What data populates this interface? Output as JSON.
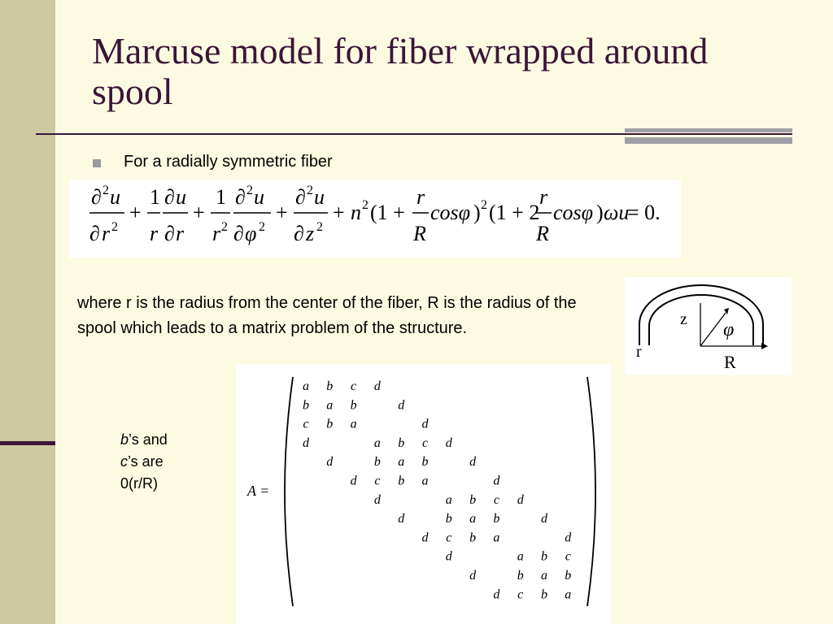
{
  "slide": {
    "title": "Marcuse model for fiber wrapped around spool",
    "bullet": "For a radially symmetric fiber",
    "description": "where r is the radius from the center of the fiber, R is the radius of the spool which leads to a matrix problem of the structure.",
    "note": {
      "line1_var": "b",
      "line1_rest": "’s and",
      "line2_var": "c",
      "line2_rest": "’s are",
      "line3": "0(r/R)"
    }
  },
  "equation": {
    "d": "∂",
    "u": "u",
    "r": "r",
    "z": "z",
    "phi": "φ",
    "two": "2",
    "one": "1",
    "plus": "+",
    "n2": "n",
    "cosphi": "cosφ",
    "R": "R",
    "omega_u": "ωu",
    "equals_zero": "= 0.",
    "open_paren": "(1 +",
    "close_sq": ")",
    "open_two": "(1 + 2",
    "close_paren": ")"
  },
  "diagram": {
    "label_z": "z",
    "label_phi": "φ",
    "label_r": "r",
    "label_R": "R"
  },
  "matrix": {
    "label": "A =",
    "entries": [
      [
        "a",
        "b",
        "c",
        "d",
        "",
        "",
        "",
        "",
        "",
        "",
        "",
        ""
      ],
      [
        "b",
        "a",
        "b",
        "",
        "d",
        "",
        "",
        "",
        "",
        "",
        "",
        ""
      ],
      [
        "c",
        "b",
        "a",
        "",
        "",
        "d",
        "",
        "",
        "",
        "",
        "",
        ""
      ],
      [
        "d",
        "",
        "",
        "a",
        "b",
        "c",
        "d",
        "",
        "",
        "",
        "",
        ""
      ],
      [
        "",
        "d",
        "",
        "b",
        "a",
        "b",
        "",
        "d",
        "",
        "",
        "",
        ""
      ],
      [
        "",
        "",
        "d",
        "c",
        "b",
        "a",
        "",
        "",
        "d",
        "",
        "",
        ""
      ],
      [
        "",
        "",
        "",
        "d",
        "",
        "",
        "a",
        "b",
        "c",
        "d",
        "",
        ""
      ],
      [
        "",
        "",
        "",
        "",
        "d",
        "",
        "b",
        "a",
        "b",
        "",
        "d",
        ""
      ],
      [
        "",
        "",
        "",
        "",
        "",
        "d",
        "c",
        "b",
        "a",
        "",
        "",
        "d"
      ],
      [
        "",
        "",
        "",
        "",
        "",
        "",
        "d",
        "",
        "",
        "a",
        "b",
        "c"
      ],
      [
        "",
        "",
        "",
        "",
        "",
        "",
        "",
        "d",
        "",
        "b",
        "a",
        "b"
      ],
      [
        "",
        "",
        "",
        "",
        "",
        "",
        "",
        "",
        "d",
        "c",
        "b",
        "a"
      ]
    ]
  }
}
